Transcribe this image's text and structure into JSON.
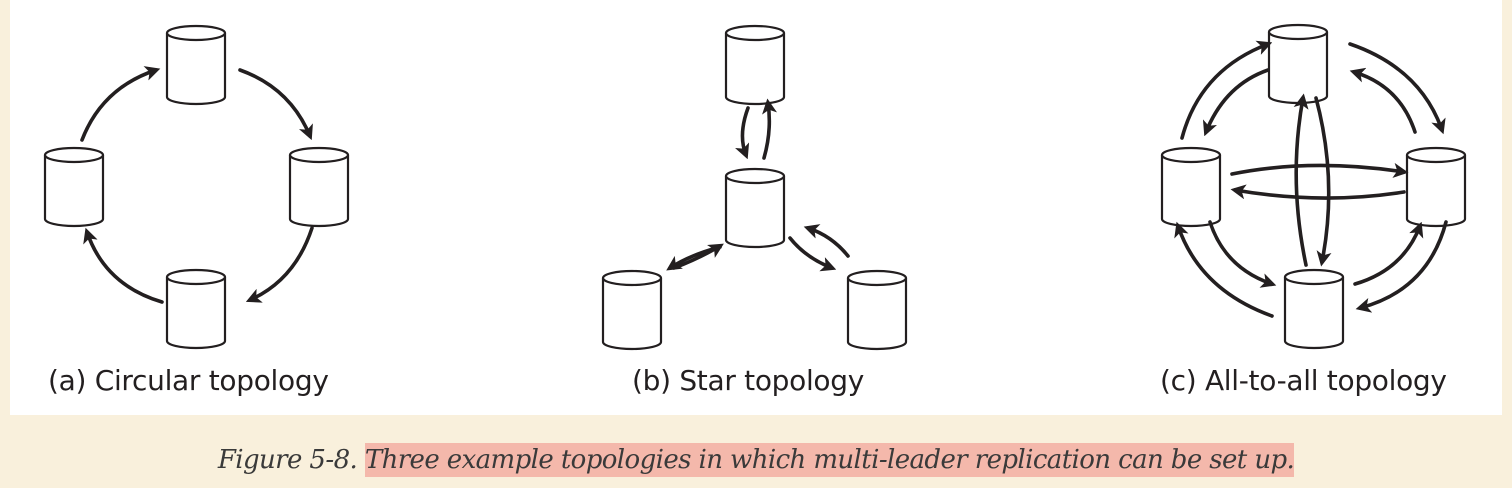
{
  "diagrams": [
    {
      "label": "(a) Circular topology"
    },
    {
      "label": "(b) Star topology"
    },
    {
      "label": "(c) All-to-all topology"
    }
  ],
  "caption": {
    "prefix": "Figure 5-8. ",
    "text": "Three example topologies in which multi-leader replication can be set up."
  },
  "colors": {
    "page_background": "#f9f0dc",
    "panel_background": "#ffffff",
    "line": "#231f20",
    "caption_highlight": "#f4b8ab"
  }
}
